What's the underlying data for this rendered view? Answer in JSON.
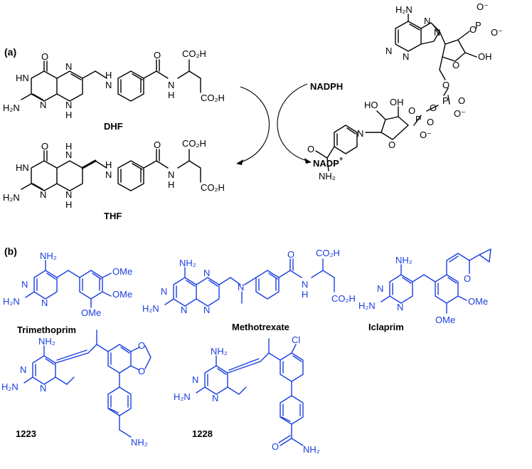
{
  "panels": {
    "a": "(a)",
    "b": "(b)"
  },
  "labels": {
    "dhf": "DHF",
    "thf": "THF",
    "nadph": "NADPH",
    "nadp": "NADP",
    "nadp_sup": "+",
    "trimethoprim": "Trimethoprim",
    "methotrexate": "Methotrexate",
    "iclaprim": "Iclaprim",
    "c1223": "1223",
    "c1228": "1228"
  },
  "atoms": {
    "O": "O",
    "OH": "OH",
    "HO": "HO",
    "OMe": "OMe",
    "Cl": "Cl",
    "H2N": "H₂N",
    "NH2": "NH₂",
    "N": "N",
    "HN": "HN",
    "H": "H",
    "NH": "NH",
    "CO2H": "CO₂H",
    "P": "P",
    "Ominus": "O⁻"
  },
  "colors": {
    "reaction": "#000000",
    "inhibitors": "#1a3fe0"
  }
}
